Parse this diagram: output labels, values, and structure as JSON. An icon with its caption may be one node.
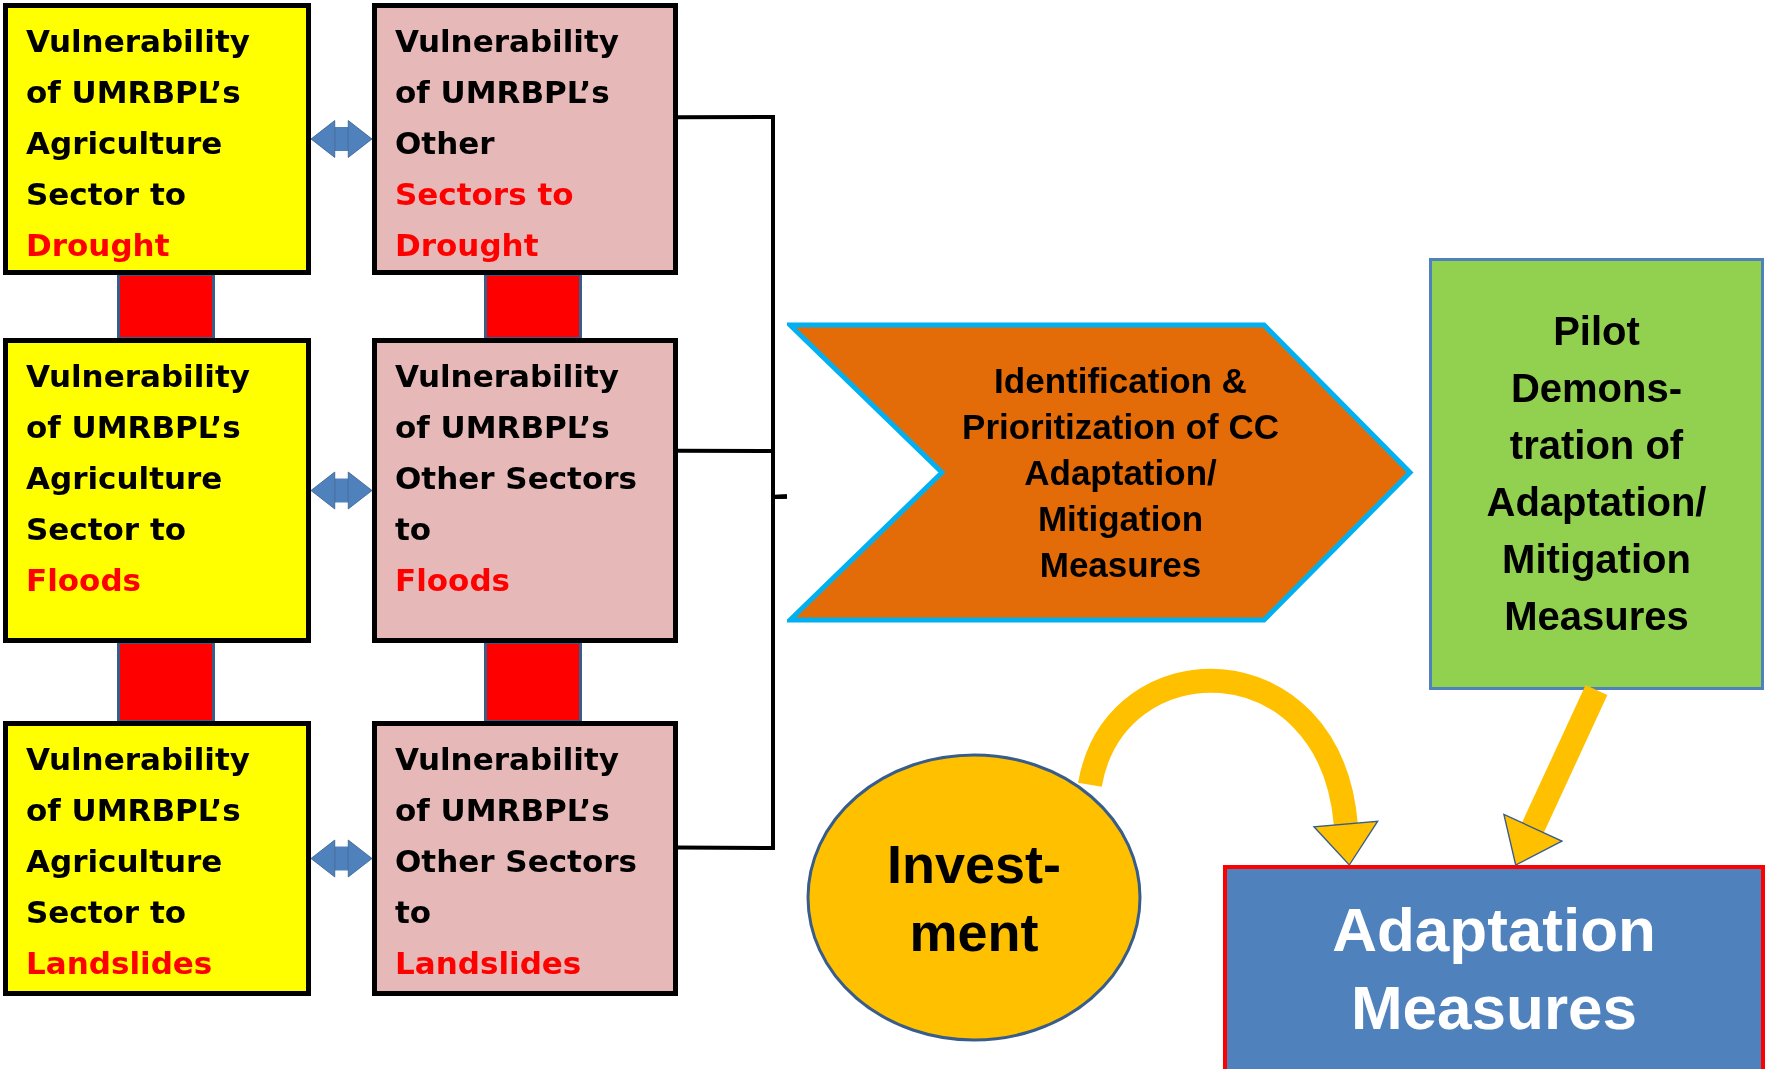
{
  "diagram": {
    "nodes": [
      {
        "text": [
          "Vulnerability of UMRBPL’s Agriculture Sector to",
          "Drought"
        ]
      },
      {
        "text": [
          "Vulnerability of UMRBPL’s Other",
          "Sectors to Drought"
        ]
      },
      {
        "text": [
          "Vulnerability of UMRBPL’s Agriculture Sector to",
          "Floods"
        ]
      },
      {
        "text": [
          "Vulnerability of UMRBPL’s Other Sectors to",
          "Floods"
        ]
      },
      {
        "text": [
          "Vulnerability of UMRBPL’s Agriculture Sector to",
          "Landslides"
        ]
      },
      {
        "text": [
          "Vulnerability of UMRBPL’s Other Sectors to",
          "Landslides"
        ]
      },
      {
        "text": [
          "Identification & Prioritization of CC Adaptation/ Mitigation Measures"
        ]
      },
      {
        "text": [
          "Pilot Demons- tration of Adaptation/ Mitigation Measures"
        ]
      },
      {
        "text": [
          "Invest- ment"
        ]
      },
      {
        "text": [
          "Adaptation Measures"
        ]
      },
      {
        "text": [],
        "shape": "box"
      },
      {
        "text": [],
        "shape": "box"
      },
      {
        "text": [],
        "shape": "box"
      },
      {
        "text": [],
        "shape": "box"
      }
    ],
    "edges": [
      {
        "from": 0,
        "to": 1,
        "arrow": "both",
        "color": "#4f81bd"
      },
      {
        "from": 2,
        "to": 3,
        "arrow": "both",
        "color": "#4f81bd"
      },
      {
        "from": 4,
        "to": 5,
        "arrow": "both",
        "color": "#4f81bd"
      },
      {
        "from": 1,
        "to": 6,
        "arrow": "none",
        "color": "#000000"
      },
      {
        "from": 3,
        "to": 6,
        "arrow": "none",
        "color": "#000000"
      },
      {
        "from": 5,
        "to": 6,
        "arrow": "none",
        "color": "#000000"
      },
      {
        "from": 7,
        "to": 9,
        "arrow": "to",
        "color": "#ffc000"
      },
      {
        "from": 8,
        "to": 9,
        "arrow": "to",
        "color": "#ffc000"
      }
    ]
  }
}
